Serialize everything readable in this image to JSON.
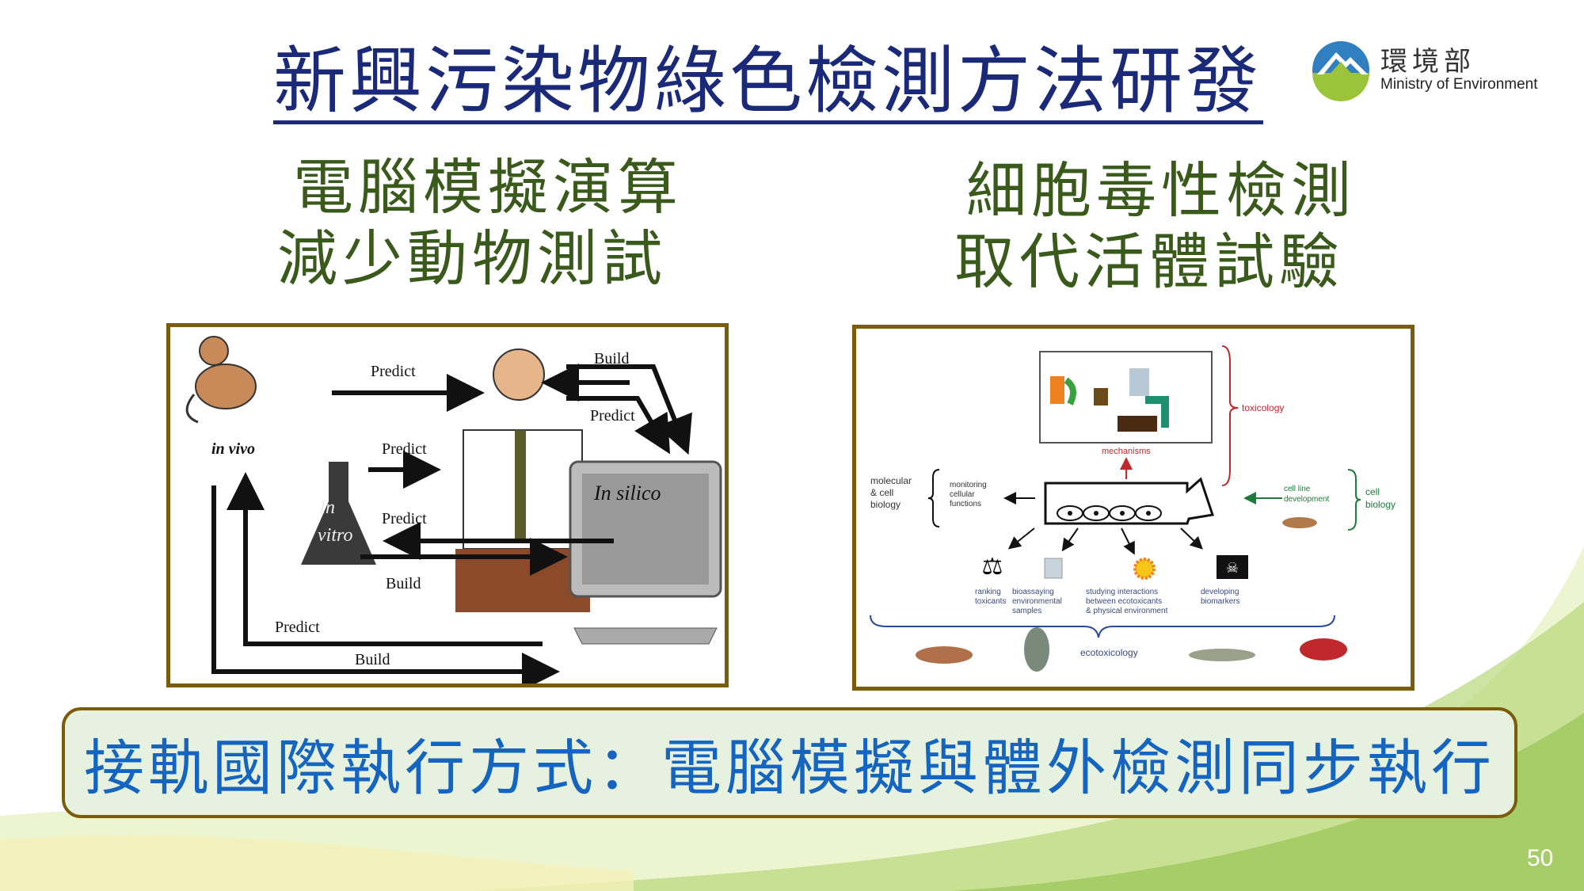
{
  "slide": {
    "title": "新興污染物綠色檢測方法研發",
    "page_number": "50"
  },
  "logo": {
    "name_zh": "環境部",
    "name_en": "Ministry of Environment"
  },
  "left": {
    "heading_line1": "電腦模擬演算",
    "heading_line2": "減少動物測試",
    "diagram": {
      "predict_top": "Predict",
      "build_top": "Build",
      "predict_right": "Predict",
      "predict_mid": "Predict",
      "in_vivo": "in vivo",
      "predict_lower": "Predict",
      "build_mid": "Build",
      "predict_bottom": "Predict",
      "build_bottom": "Build",
      "in_silico": "In silico",
      "in_vitro_1": "In",
      "in_vitro_2": "vitro"
    }
  },
  "right": {
    "heading_line1": "細胞毒性檢測",
    "heading_line2": "取代活體試驗",
    "diagram": {
      "toxicology": "toxicology",
      "mechanisms": "mechanisms",
      "molecular": [
        "molecular",
        "& cell",
        "biology"
      ],
      "monitoring": [
        "monitoring",
        "cellular",
        "functions"
      ],
      "cell_line": [
        "cell line",
        "development"
      ],
      "cell_biology": [
        "cell",
        "biology"
      ],
      "ranking": [
        "ranking",
        "toxicants"
      ],
      "bioassaying": [
        "bioassaying",
        "environmental",
        "samples"
      ],
      "studying": [
        "studying interactions",
        "between ecotoxicants",
        "& physical environment"
      ],
      "developing": [
        "developing",
        "biomarkers"
      ],
      "ecotoxicology": "ecotoxicology"
    }
  },
  "banner": {
    "text": "接軌國際執行方式：電腦模擬與體外檢測同步執行"
  },
  "colors": {
    "title": "#1a2a78",
    "heading": "#3a5a1c",
    "banner_text": "#1565c0",
    "frame": "#7a5c0a"
  }
}
